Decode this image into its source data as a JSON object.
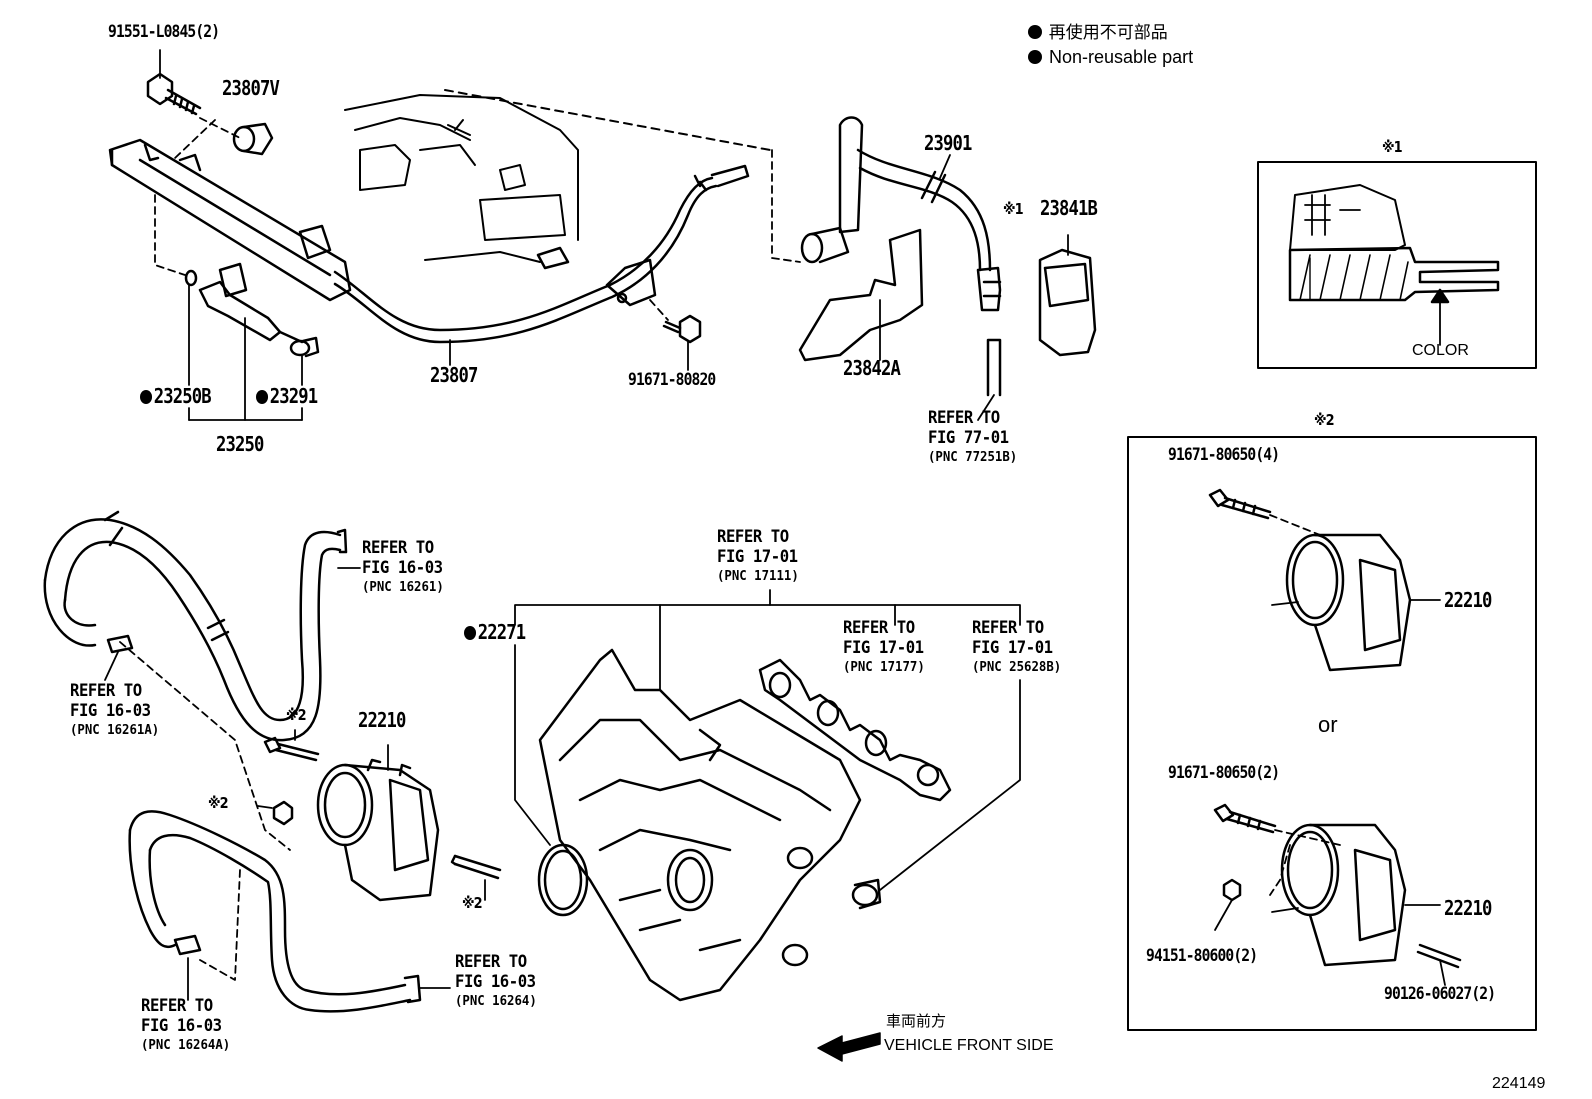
{
  "legend": {
    "jp": "再使用不可部品",
    "en": "Non-reusable part"
  },
  "figure_number": "224149",
  "direction": {
    "jp": "車両前方",
    "en": "VEHICLE FRONT SIDE"
  },
  "parts": {
    "p91551": "91551-L0845(2)",
    "p23807V": "23807V",
    "p23807": "23807",
    "p23250B": "23250B",
    "p23291": "23291",
    "p23250": "23250",
    "p91671_80820": "91671-80820",
    "p23901": "23901",
    "p23841B": "23841B",
    "p23841B_mark": "※1",
    "p23842A": "23842A",
    "p22271": "22271",
    "p22210_main": "22210",
    "p22210_a": "22210",
    "p22210_b": "22210",
    "p91671_80650_4": "91671-80650(4)",
    "p91671_80650_2": "91671-80650(2)",
    "p94151": "94151-80600(2)",
    "p90126": "90126-06027(2)",
    "or": "or",
    "mark2_a": "※2",
    "mark2_b": "※2",
    "mark2_c": "※2"
  },
  "refs": {
    "r77": {
      "l1": "REFER TO",
      "l2": "FIG 77-01",
      "l3": "(PNC 77251B)"
    },
    "r16261": {
      "l1": "REFER TO",
      "l2": "FIG 16-03",
      "l3": "(PNC 16261)"
    },
    "r16261A": {
      "l1": "REFER TO",
      "l2": "FIG 16-03",
      "l3": "(PNC 16261A)"
    },
    "r17111": {
      "l1": "REFER TO",
      "l2": "FIG 17-01",
      "l3": "(PNC 17111)"
    },
    "r17177": {
      "l1": "REFER TO",
      "l2": "FIG 17-01",
      "l3": "(PNC 17177)"
    },
    "r25628B": {
      "l1": "REFER TO",
      "l2": "FIG 17-01",
      "l3": "(PNC 25628B)"
    },
    "r16264": {
      "l1": "REFER TO",
      "l2": "FIG 16-03",
      "l3": "(PNC 16264)"
    },
    "r16264A": {
      "l1": "REFER TO",
      "l2": "FIG 16-03",
      "l3": "(PNC 16264A)"
    }
  },
  "detail1": {
    "title": "※1",
    "color_label": "COLOR"
  },
  "detail2": {
    "title": "※2"
  }
}
